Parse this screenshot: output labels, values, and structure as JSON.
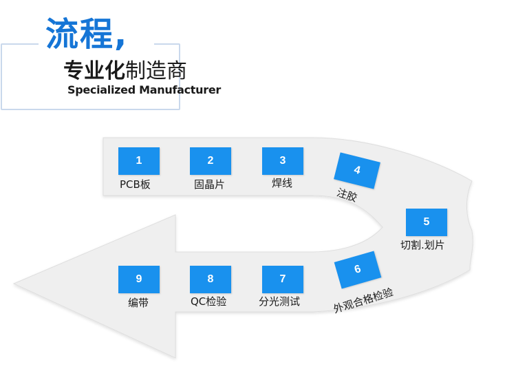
{
  "heading": {
    "title": "流程,",
    "subtitle_bold": "专业化",
    "subtitle_rest": "制造商",
    "subtitle_en": "Specialized Manufacturer"
  },
  "colors": {
    "accent": "#1575d6",
    "step_box": "#1991ee",
    "arrow_fill": "#efefef",
    "frame": "#c9d8ec"
  },
  "steps": [
    {
      "num": "1",
      "label": "PCB板"
    },
    {
      "num": "2",
      "label": "固晶片"
    },
    {
      "num": "3",
      "label": "焊线"
    },
    {
      "num": "4",
      "label": "注胶"
    },
    {
      "num": "5",
      "label": "切割.划片"
    },
    {
      "num": "6",
      "label": "外观合格检验"
    },
    {
      "num": "7",
      "label": "分光测试"
    },
    {
      "num": "8",
      "label": "QC检验"
    },
    {
      "num": "9",
      "label": "编带"
    }
  ]
}
